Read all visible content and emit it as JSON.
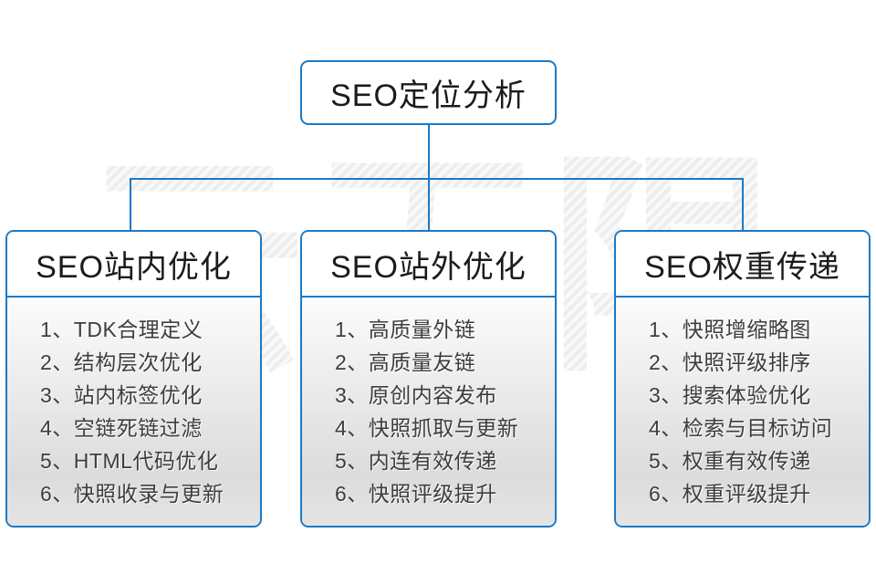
{
  "watermark": "云无限",
  "root": {
    "title": "SEO定位分析"
  },
  "columns": [
    {
      "title": "SEO站内优化",
      "items": [
        "1、TDK合理定义",
        "2、结构层次优化",
        "3、站内标签优化",
        "4、空链死链过滤",
        "5、HTML代码优化",
        "6、快照收录与更新"
      ]
    },
    {
      "title": "SEO站外优化",
      "items": [
        "1、高质量外链",
        "2、高质量友链",
        "3、原创内容发布",
        "4、快照抓取与更新",
        "5、内连有效传递",
        "6、快照评级提升"
      ]
    },
    {
      "title": "SEO权重传递",
      "items": [
        "1、快照增缩略图",
        "2、快照评级排序",
        "3、搜索体验优化",
        "4、检索与目标访问",
        "5、权重有效传递",
        "6、权重评级提升"
      ]
    }
  ],
  "colors": {
    "accent": "#1b7ac8",
    "title_text": "#1b1b1b",
    "item_text": "#3d3d3d",
    "watermark": "#ececec"
  }
}
